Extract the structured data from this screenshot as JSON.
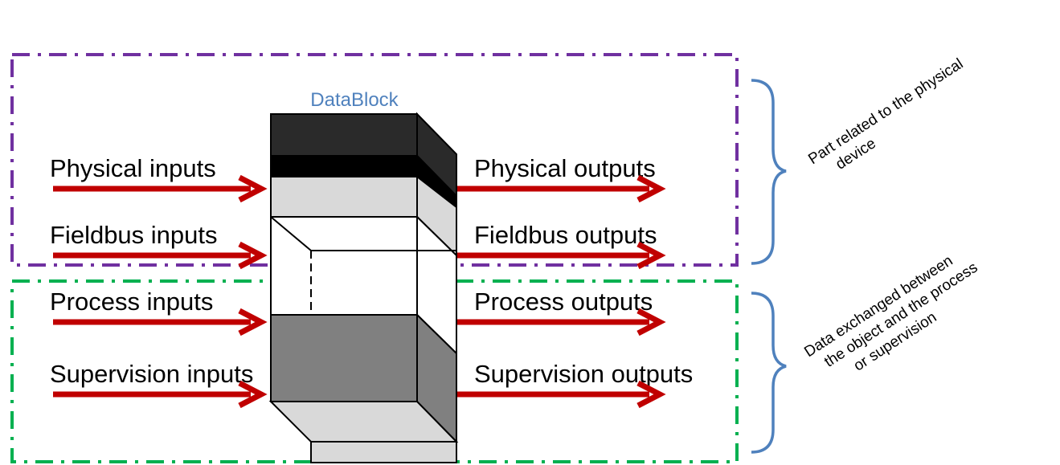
{
  "block_title": "DataBlock",
  "inputs": [
    "Physical inputs",
    "Fieldbus inputs",
    "Process inputs",
    "Supervision inputs"
  ],
  "outputs": [
    "Physical outputs",
    "Fieldbus outputs",
    "Process outputs",
    "Supervision outputs"
  ],
  "annotations": {
    "physical_part": [
      "Part related to the physical",
      "device"
    ],
    "exchanged_data": [
      "Data exchanged between",
      "the object and the process",
      "or supervision"
    ]
  },
  "colors": {
    "arrow": "#c00000",
    "physical_group_border": "#7030a0",
    "exchange_group_border": "#00b050",
    "brace": "#4f81bd",
    "title": "#4f81bd"
  }
}
